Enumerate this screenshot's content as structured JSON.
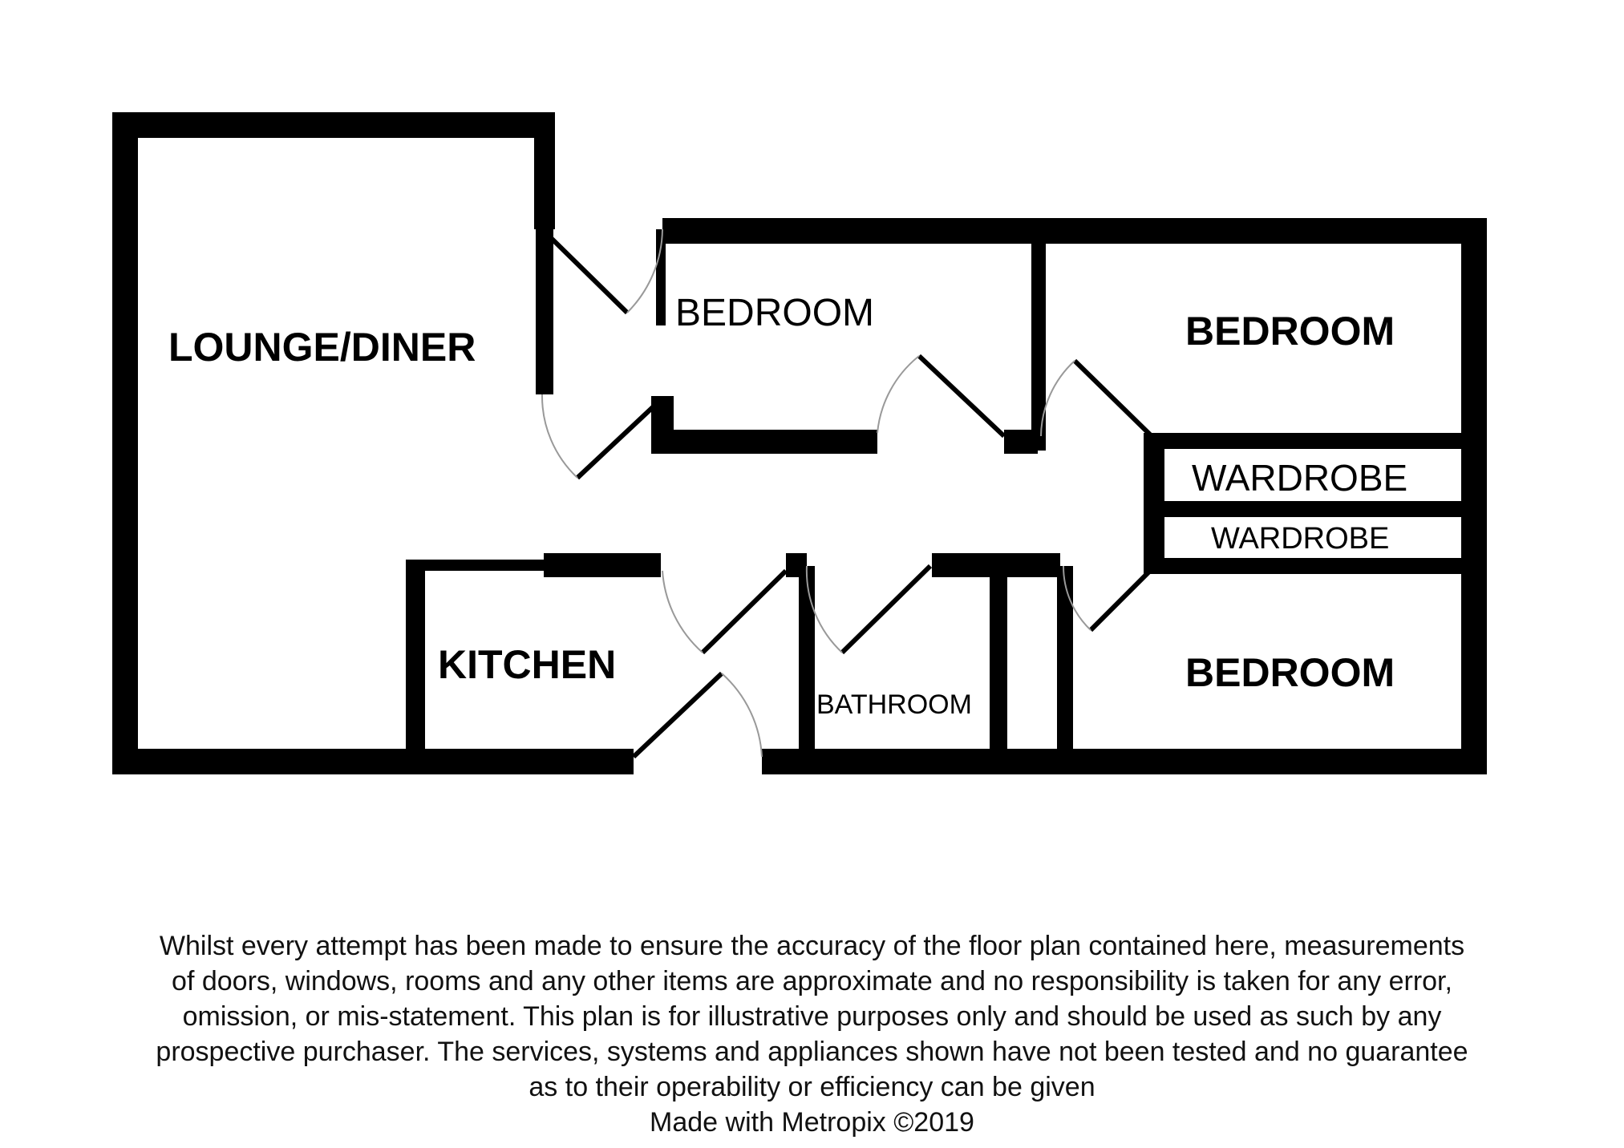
{
  "rooms": {
    "lounge_diner": "LOUNGE/DINER",
    "bedroom_small": "BEDROOM",
    "bedroom_top_right": "BEDROOM",
    "bedroom_bottom_right": "BEDROOM",
    "wardrobe_upper": "WARDROBE",
    "wardrobe_lower": "WARDROBE",
    "kitchen": "KITCHEN",
    "bathroom": "BATHROOM"
  },
  "disclaimer": {
    "lines": [
      "Whilst every attempt has been made to ensure the accuracy of the floor plan contained here, measurements",
      "of doors, windows, rooms and any other items are approximate and no responsibility is taken for any error,",
      "omission, or mis-statement. This plan is for illustrative purposes only and should be used as such by any",
      "prospective purchaser. The services, systems and appliances shown have not been tested and no guarantee",
      "as to their operability or efficiency can be given"
    ],
    "credit": "Made with Metropix ©2019"
  },
  "colors": {
    "wall": "#000000",
    "background": "#ffffff",
    "door_arc": "#888888"
  }
}
